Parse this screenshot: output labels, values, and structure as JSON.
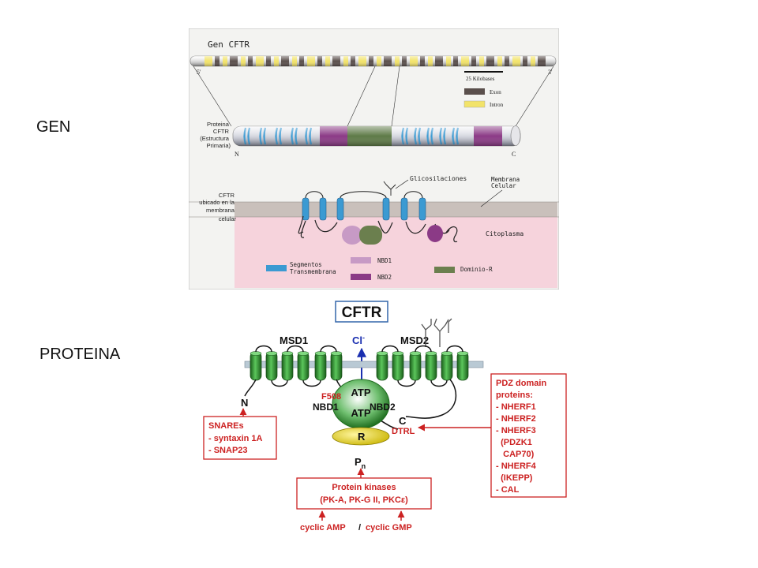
{
  "labels": {
    "gene_side": "GEN",
    "protein_side": "PROTEINA"
  },
  "gene_panel": {
    "title": "Gen CFTR",
    "five_prime": "5'",
    "three_prime": "3'",
    "scale_label": "25 Kilobases",
    "legend_exon": "Exon",
    "legend_intron": "Intron",
    "protein_label_lines": [
      "Proteina",
      "CFTR",
      "(Estructura",
      "Primaria)"
    ],
    "n_terminal": "N",
    "c_terminal": "C",
    "glycosylation": "Glicosilaciones",
    "membrane_lines": [
      "Membrana",
      "Celular"
    ],
    "cftr_membrane_lines": [
      "CFTR",
      "ubicado en la",
      "membrana",
      "celular"
    ],
    "cytoplasm": "Citoplasma",
    "legend_segments_lines": [
      "Segmentos",
      "Transmembrana"
    ],
    "legend_nbd1": "NBD1",
    "legend_nbd2": "NBD2",
    "legend_r": "Dominio-R",
    "colors": {
      "exon": "#5a4f4c",
      "intron": "#f2e36a",
      "tm": "#3b9ad2",
      "nbd1": "#c79ac5",
      "nbd2": "#8b3a86",
      "r_domain": "#6b7f4e",
      "cytoplasm": "#f6d3dc"
    }
  },
  "protein_panel": {
    "title": "CFTR",
    "msd1": "MSD1",
    "msd2": "MSD2",
    "cl": "Cl",
    "cl_sup": "-",
    "atp": "ATP",
    "nbd1": "NBD1",
    "nbd2": "NBD2",
    "f508": "F508",
    "n": "N",
    "c": "C",
    "r": "R",
    "dtrl": "DTRL",
    "p": "P",
    "p_sub": "n",
    "snares_lines": [
      "SNAREs",
      "- syntaxin 1A",
      "- SNAP23"
    ],
    "pdz_lines": [
      "PDZ domain",
      "proteins:",
      "- NHERF1",
      "- NHERF2",
      "- NHERF3",
      "  (PDZK1",
      "   CAP70)",
      "- NHERF4",
      "  (IKEPP)",
      "- CAL"
    ],
    "kinase_title": "Protein kinases",
    "kinase_list": "(PK-A, PK-G II, PKCε)",
    "camp": "cyclic AMP",
    "slash": "/",
    "cgmp": "cyclic GMP",
    "colors": {
      "helix": "#2f8f2f",
      "red": "#cc2222",
      "blue": "#1a2fb0",
      "r_domain": "#e8d61a"
    }
  }
}
